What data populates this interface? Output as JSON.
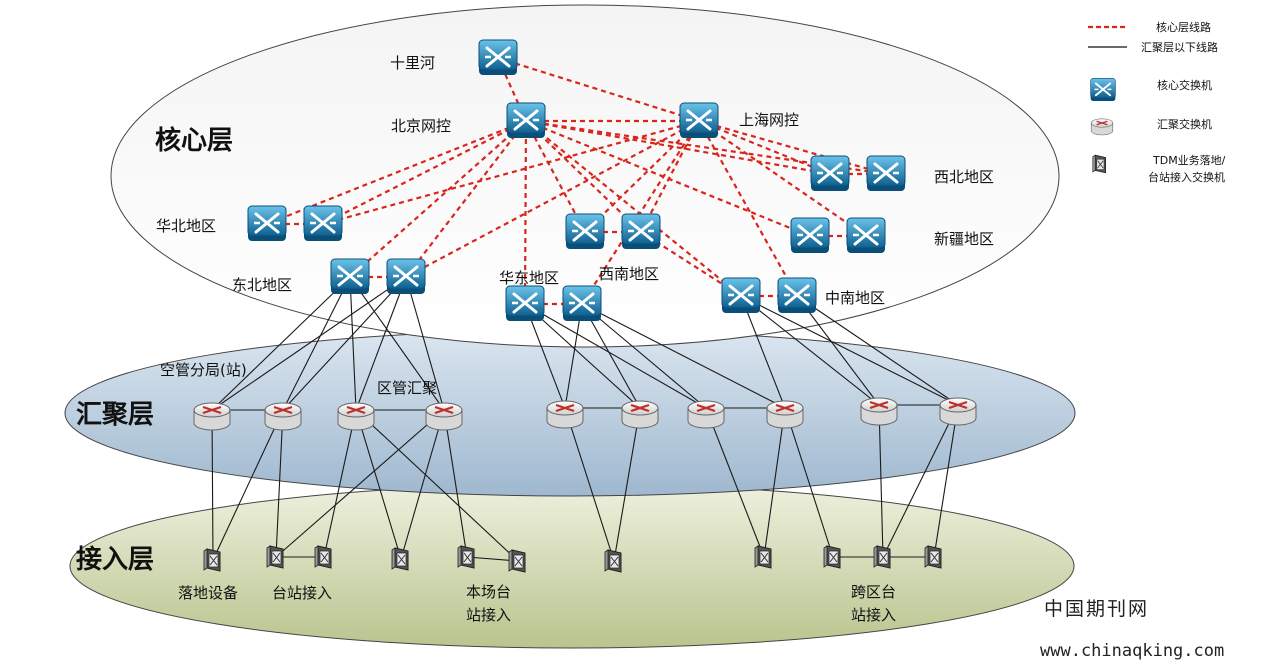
{
  "layers": {
    "core": "核心层",
    "aggregation": "汇聚层",
    "access": "接入层"
  },
  "labels": {
    "shilihe": "十里河",
    "beijing": "北京网控",
    "shanghai": "上海网控",
    "xibei": "西北地区",
    "xinjiang": "新疆地区",
    "huabei": "华北地区",
    "dongbei": "东北地区",
    "huadong": "华东地区",
    "xinan": "西南地区",
    "zhongnan": "中南地区",
    "konguan": "空管分局(站)",
    "quguan": "区管汇聚",
    "luodi": "落地设备",
    "taizhan": "台站接入",
    "benchang_1": "本场台",
    "benchang_2": "站接入",
    "kuaqu_1": "跨区台",
    "kuaqu_2": "站接入"
  },
  "legend": {
    "core_line": "核心层线路",
    "agg_line": "汇聚层以下线路",
    "core_switch": "核心交换机",
    "agg_switch": "汇聚交换机",
    "access_1": "TDM业务落地/",
    "access_2": "台站接入交换机"
  },
  "watermark": {
    "cn": "中国期刊网",
    "url": "www.chinaqking.com"
  },
  "colors": {
    "core_link": "#d9261c",
    "core_switch": "#1b7fb0",
    "agg_switch_ring": "#c0302a"
  }
}
